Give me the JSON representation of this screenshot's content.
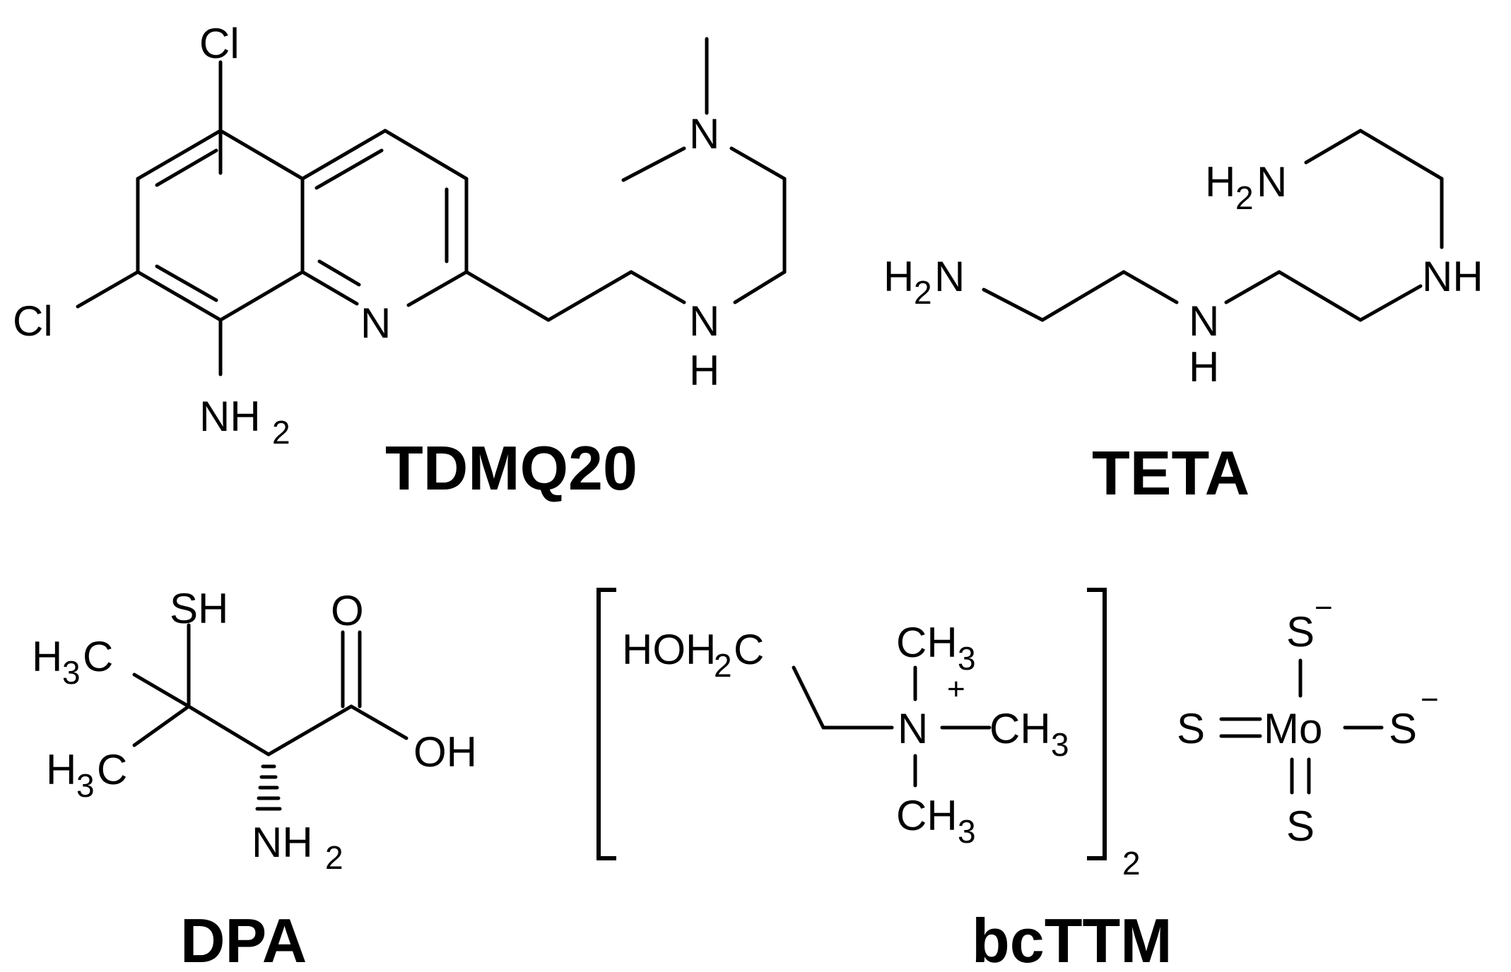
{
  "tdmq20": {
    "name": "TDMQ20",
    "atoms": {
      "cl_top": "Cl",
      "cl_left": "Cl",
      "ring_n": "N",
      "nh2_n": "NH",
      "nh2_sub": "2",
      "amine_n": "N",
      "amine_nh_n": "N",
      "amine_nh_h": "H"
    }
  },
  "teta": {
    "name": "TETA",
    "atoms": {
      "h2n_top_h": "H",
      "h2n_top_sub": "2",
      "h2n_top_n": "N",
      "nh_right": "NH",
      "h2n_left_h": "H",
      "h2n_left_sub": "2",
      "h2n_left_n": "N",
      "nh_mid_n": "N",
      "nh_mid_h": "H"
    }
  },
  "dpa": {
    "name": "DPA",
    "atoms": {
      "sh": "SH",
      "o": "O",
      "ch3_top_h": "H",
      "ch3_top_sub": "3",
      "ch3_top_c": "C",
      "ch3_bot_h": "H",
      "ch3_bot_sub": "3",
      "ch3_bot_c": "C",
      "oh": "OH",
      "nh2_n": "NH",
      "nh2_sub": "2"
    }
  },
  "bcttm": {
    "name": "bcTTM",
    "bracket_subscript": "2",
    "atoms": {
      "hoh2c_a": "HOH",
      "hoh2c_sub": "2",
      "hoh2c_b": "C",
      "ch3_top": "CH",
      "ch3_top_sub": "3",
      "n_plus": "N",
      "plus_charge": "+",
      "ch3_right": "CH",
      "ch3_right_sub": "3",
      "ch3_bottom": "CH",
      "ch3_bottom_sub": "3",
      "s_top": "S",
      "s_top_charge": "−",
      "s_left": "S",
      "mo": "Mo",
      "s_right": "S",
      "s_right_charge": "−",
      "s_bottom": "S"
    }
  }
}
